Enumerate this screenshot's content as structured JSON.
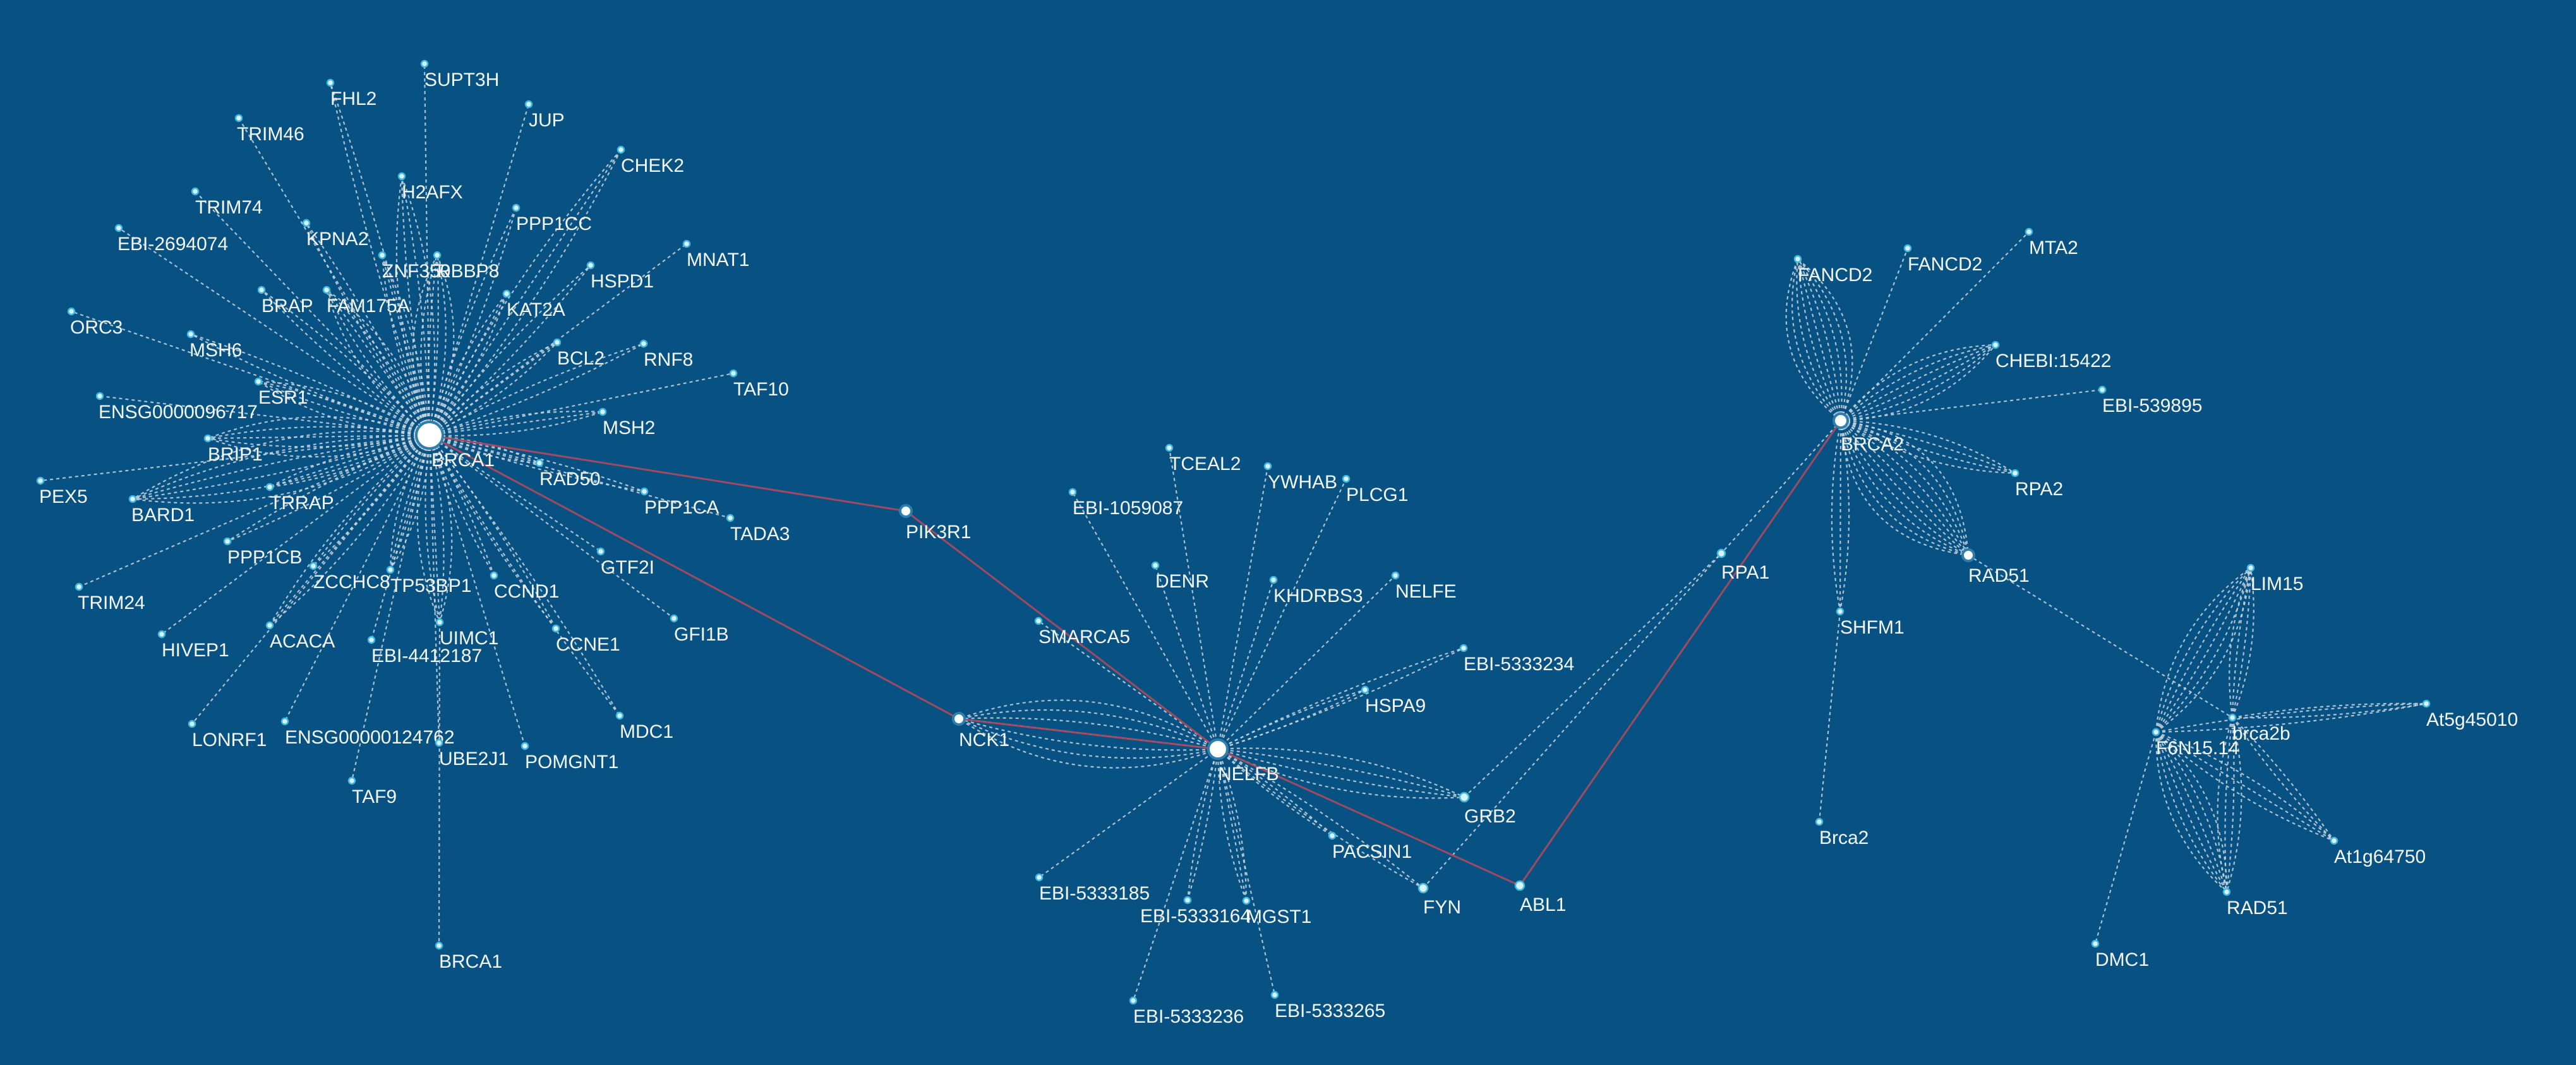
{
  "colors": {
    "background": "#075282",
    "edge": "#c9d6df",
    "highlight_edge": "#a84a5e",
    "node_fill": "#d8f4ff",
    "node_ring": "#3fb8e0",
    "label": "#f4f8fb"
  },
  "hubs": [
    "BRCA1",
    "NELFB",
    "BRCA2"
  ],
  "nodes": [
    {
      "id": "brca1",
      "label": "BRCA1"
    },
    {
      "id": "supt3h",
      "label": "SUPT3H"
    },
    {
      "id": "fhl2",
      "label": "FHL2"
    },
    {
      "id": "jup",
      "label": "JUP"
    },
    {
      "id": "trim46",
      "label": "TRIM46"
    },
    {
      "id": "chek2",
      "label": "CHEK2"
    },
    {
      "id": "h2afx",
      "label": "H2AFX"
    },
    {
      "id": "trim74",
      "label": "TRIM74"
    },
    {
      "id": "ppp1cc",
      "label": "PPP1CC"
    },
    {
      "id": "kpna2",
      "label": "KPNA2"
    },
    {
      "id": "ebi2694074",
      "label": "EBI-2694074"
    },
    {
      "id": "mnat1",
      "label": "MNAT1"
    },
    {
      "id": "znf350",
      "label": "ZNF350"
    },
    {
      "id": "rbbp8",
      "label": "RBBP8"
    },
    {
      "id": "hspd1",
      "label": "HSPD1"
    },
    {
      "id": "brap",
      "label": "BRAP"
    },
    {
      "id": "fam175a",
      "label": "FAM175A"
    },
    {
      "id": "kat2a",
      "label": "KAT2A"
    },
    {
      "id": "orc3",
      "label": "ORC3"
    },
    {
      "id": "msh6",
      "label": "MSH6"
    },
    {
      "id": "bcl2",
      "label": "BCL2"
    },
    {
      "id": "rnf8",
      "label": "RNF8"
    },
    {
      "id": "taf10",
      "label": "TAF10"
    },
    {
      "id": "esr1",
      "label": "ESR1"
    },
    {
      "id": "ensg96717",
      "label": "ENSG0000096717"
    },
    {
      "id": "msh2",
      "label": "MSH2"
    },
    {
      "id": "brip1",
      "label": "BRIP1"
    },
    {
      "id": "pex5",
      "label": "PEX5"
    },
    {
      "id": "rad50",
      "label": "RAD50"
    },
    {
      "id": "bard1",
      "label": "BARD1"
    },
    {
      "id": "trrap",
      "label": "TRRAP"
    },
    {
      "id": "ppp1ca",
      "label": "PPP1CA"
    },
    {
      "id": "tada3",
      "label": "TADA3"
    },
    {
      "id": "ppp1cb",
      "label": "PPP1CB"
    },
    {
      "id": "gtf2i",
      "label": "GTF2I"
    },
    {
      "id": "zcchc8",
      "label": "ZCCHC8"
    },
    {
      "id": "tp53bp1",
      "label": "TP53BP1"
    },
    {
      "id": "ccnd1",
      "label": "CCND1"
    },
    {
      "id": "trim24",
      "label": "TRIM24"
    },
    {
      "id": "acaca",
      "label": "ACACA"
    },
    {
      "id": "uimc1",
      "label": "UIMC1"
    },
    {
      "id": "hivep1",
      "label": "HIVEP1"
    },
    {
      "id": "ebi4412187",
      "label": "EBI-4412187"
    },
    {
      "id": "ccne1",
      "label": "CCNE1"
    },
    {
      "id": "gfi1b",
      "label": "GFI1B"
    },
    {
      "id": "mdc1",
      "label": "MDC1"
    },
    {
      "id": "lonrf1",
      "label": "LONRF1"
    },
    {
      "id": "ensg124762",
      "label": "ENSG00000124762"
    },
    {
      "id": "ube2j1",
      "label": "UBE2J1"
    },
    {
      "id": "pomgnt1",
      "label": "POMGNT1"
    },
    {
      "id": "taf9",
      "label": "TAF9"
    },
    {
      "id": "brca1_mouse",
      "label": "BRCA1"
    },
    {
      "id": "pik3r1",
      "label": "PIK3R1"
    },
    {
      "id": "smarca5",
      "label": "SMARCA5"
    },
    {
      "id": "nck1",
      "label": "NCK1"
    },
    {
      "id": "nelfb",
      "label": "NELFB"
    },
    {
      "id": "tceal2",
      "label": "TCEAL2"
    },
    {
      "id": "ywhab",
      "label": "YWHAB"
    },
    {
      "id": "plcg1",
      "label": "PLCG1"
    },
    {
      "id": "ebi1059087",
      "label": "EBI-1059087"
    },
    {
      "id": "denr",
      "label": "DENR"
    },
    {
      "id": "khdrbs3",
      "label": "KHDRBS3"
    },
    {
      "id": "nelfe",
      "label": "NELFE"
    },
    {
      "id": "ebi5333234",
      "label": "EBI-5333234"
    },
    {
      "id": "hspa9",
      "label": "HSPA9"
    },
    {
      "id": "grb2",
      "label": "GRB2"
    },
    {
      "id": "pacsin1",
      "label": "PACSIN1"
    },
    {
      "id": "fyn",
      "label": "FYN"
    },
    {
      "id": "abl1",
      "label": "ABL1"
    },
    {
      "id": "ebi5333185",
      "label": "EBI-5333185"
    },
    {
      "id": "ebi5333164",
      "label": "EBI-5333164"
    },
    {
      "id": "mgst1",
      "label": "MGST1"
    },
    {
      "id": "ebi5333236",
      "label": "EBI-5333236"
    },
    {
      "id": "ebi5333265",
      "label": "EBI-5333265"
    },
    {
      "id": "rpa1",
      "label": "RPA1"
    },
    {
      "id": "brca2",
      "label": "BRCA2"
    },
    {
      "id": "fancd2_a",
      "label": "FANCD2"
    },
    {
      "id": "fancd2_b",
      "label": "FANCD2"
    },
    {
      "id": "mta2",
      "label": "MTA2"
    },
    {
      "id": "chebi15422",
      "label": "CHEBI:15422"
    },
    {
      "id": "ebi539895",
      "label": "EBI-539895"
    },
    {
      "id": "rpa2",
      "label": "RPA2"
    },
    {
      "id": "rad51",
      "label": "RAD51"
    },
    {
      "id": "shfm1",
      "label": "SHFM1"
    },
    {
      "id": "brca2_mouse",
      "label": "Brca2"
    },
    {
      "id": "lim15",
      "label": "LIM15"
    },
    {
      "id": "at5g45010",
      "label": "At5g45010"
    },
    {
      "id": "f6n15",
      "label": "F6N15.14"
    },
    {
      "id": "brca2b",
      "label": "brca2b"
    },
    {
      "id": "at1g64750",
      "label": "At1g64750"
    },
    {
      "id": "rad51_plant",
      "label": "RAD51"
    },
    {
      "id": "dmc1",
      "label": "DMC1"
    }
  ],
  "edges": [
    [
      "brca1",
      "supt3h",
      1
    ],
    [
      "brca1",
      "fhl2",
      2
    ],
    [
      "brca1",
      "jup",
      1
    ],
    [
      "brca1",
      "trim46",
      1
    ],
    [
      "brca1",
      "chek2",
      3
    ],
    [
      "brca1",
      "h2afx",
      4
    ],
    [
      "brca1",
      "trim74",
      1
    ],
    [
      "brca1",
      "ppp1cc",
      2
    ],
    [
      "brca1",
      "kpna2",
      2
    ],
    [
      "brca1",
      "ebi2694074",
      1
    ],
    [
      "brca1",
      "mnat1",
      1
    ],
    [
      "brca1",
      "znf350",
      3
    ],
    [
      "brca1",
      "rbbp8",
      6
    ],
    [
      "brca1",
      "hspd1",
      2
    ],
    [
      "brca1",
      "brap",
      2
    ],
    [
      "brca1",
      "fam175a",
      5
    ],
    [
      "brca1",
      "kat2a",
      3
    ],
    [
      "brca1",
      "orc3",
      1
    ],
    [
      "brca1",
      "msh6",
      2
    ],
    [
      "brca1",
      "bcl2",
      3
    ],
    [
      "brca1",
      "rnf8",
      2
    ],
    [
      "brca1",
      "taf10",
      1
    ],
    [
      "brca1",
      "esr1",
      4
    ],
    [
      "brca1",
      "ensg96717",
      1
    ],
    [
      "brca1",
      "msh2",
      3
    ],
    [
      "brca1",
      "brip1",
      5
    ],
    [
      "brca1",
      "pex5",
      1
    ],
    [
      "brca1",
      "rad50",
      3
    ],
    [
      "brca1",
      "bard1",
      6
    ],
    [
      "brca1",
      "trrap",
      3
    ],
    [
      "brca1",
      "ppp1ca",
      2
    ],
    [
      "brca1",
      "tada3",
      1
    ],
    [
      "brca1",
      "ppp1cb",
      2
    ],
    [
      "brca1",
      "gtf2i",
      1
    ],
    [
      "brca1",
      "zcchc8",
      2
    ],
    [
      "brca1",
      "tp53bp1",
      4
    ],
    [
      "brca1",
      "ccnd1",
      2
    ],
    [
      "brca1",
      "trim24",
      1
    ],
    [
      "brca1",
      "acaca",
      3
    ],
    [
      "brca1",
      "uimc1",
      5
    ],
    [
      "brca1",
      "hivep1",
      1
    ],
    [
      "brca1",
      "ebi4412187",
      1
    ],
    [
      "brca1",
      "ccne1",
      2
    ],
    [
      "brca1",
      "gfi1b",
      1
    ],
    [
      "brca1",
      "mdc1",
      2
    ],
    [
      "brca1",
      "lonrf1",
      1
    ],
    [
      "brca1",
      "ensg124762",
      1
    ],
    [
      "brca1",
      "ube2j1",
      1
    ],
    [
      "brca1",
      "pomgnt1",
      1
    ],
    [
      "brca1",
      "taf9",
      1
    ],
    [
      "uimc1",
      "brca1_mouse",
      1
    ],
    [
      "nelfb",
      "tceal2",
      1
    ],
    [
      "nelfb",
      "ywhab",
      1
    ],
    [
      "nelfb",
      "plcg1",
      1
    ],
    [
      "nelfb",
      "ebi1059087",
      1
    ],
    [
      "nelfb",
      "denr",
      1
    ],
    [
      "nelfb",
      "khdrbs3",
      1
    ],
    [
      "nelfb",
      "nelfe",
      1
    ],
    [
      "nelfb",
      "ebi5333234",
      2
    ],
    [
      "nelfb",
      "hspa9",
      2
    ],
    [
      "nelfb",
      "grb2",
      4
    ],
    [
      "nelfb",
      "pacsin1",
      2
    ],
    [
      "nelfb",
      "fyn",
      2
    ],
    [
      "nelfb",
      "ebi5333185",
      1
    ],
    [
      "nelfb",
      "ebi5333164",
      2
    ],
    [
      "nelfb",
      "mgst1",
      3
    ],
    [
      "nelfb",
      "ebi5333236",
      1
    ],
    [
      "nelfb",
      "ebi5333265",
      1
    ],
    [
      "nelfb",
      "nck1",
      7
    ],
    [
      "nelfb",
      "smarca5",
      1
    ],
    [
      "grb2",
      "rpa1",
      1
    ],
    [
      "fyn",
      "rpa1",
      1
    ],
    [
      "brca2",
      "fancd2_a",
      9
    ],
    [
      "brca2",
      "fancd2_b",
      1
    ],
    [
      "brca2",
      "mta2",
      1
    ],
    [
      "brca2",
      "chebi15422",
      6
    ],
    [
      "brca2",
      "ebi539895",
      1
    ],
    [
      "brca2",
      "rpa2",
      4
    ],
    [
      "brca2",
      "rad51",
      10
    ],
    [
      "brca2",
      "shfm1",
      3
    ],
    [
      "brca2",
      "rpa1",
      1
    ],
    [
      "shfm1",
      "brca2_mouse",
      1
    ],
    [
      "rad51",
      "brca2b",
      1
    ],
    [
      "f6n15",
      "lim15",
      6
    ],
    [
      "f6n15",
      "at5g45010",
      2
    ],
    [
      "f6n15",
      "at1g64750",
      3
    ],
    [
      "f6n15",
      "rad51_plant",
      6
    ],
    [
      "f6n15",
      "dmc1",
      1
    ],
    [
      "brca2b",
      "lim15",
      4
    ],
    [
      "brca2b",
      "at5g45010",
      2
    ],
    [
      "brca2b",
      "at1g64750",
      2
    ],
    [
      "brca2b",
      "rad51_plant",
      4
    ]
  ],
  "highlight_path": [
    [
      "brca1",
      "pik3r1"
    ],
    [
      "pik3r1",
      "nelfb"
    ],
    [
      "brca1",
      "nck1"
    ],
    [
      "nck1",
      "nelfb"
    ],
    [
      "nelfb",
      "abl1"
    ],
    [
      "abl1",
      "brca2"
    ]
  ]
}
